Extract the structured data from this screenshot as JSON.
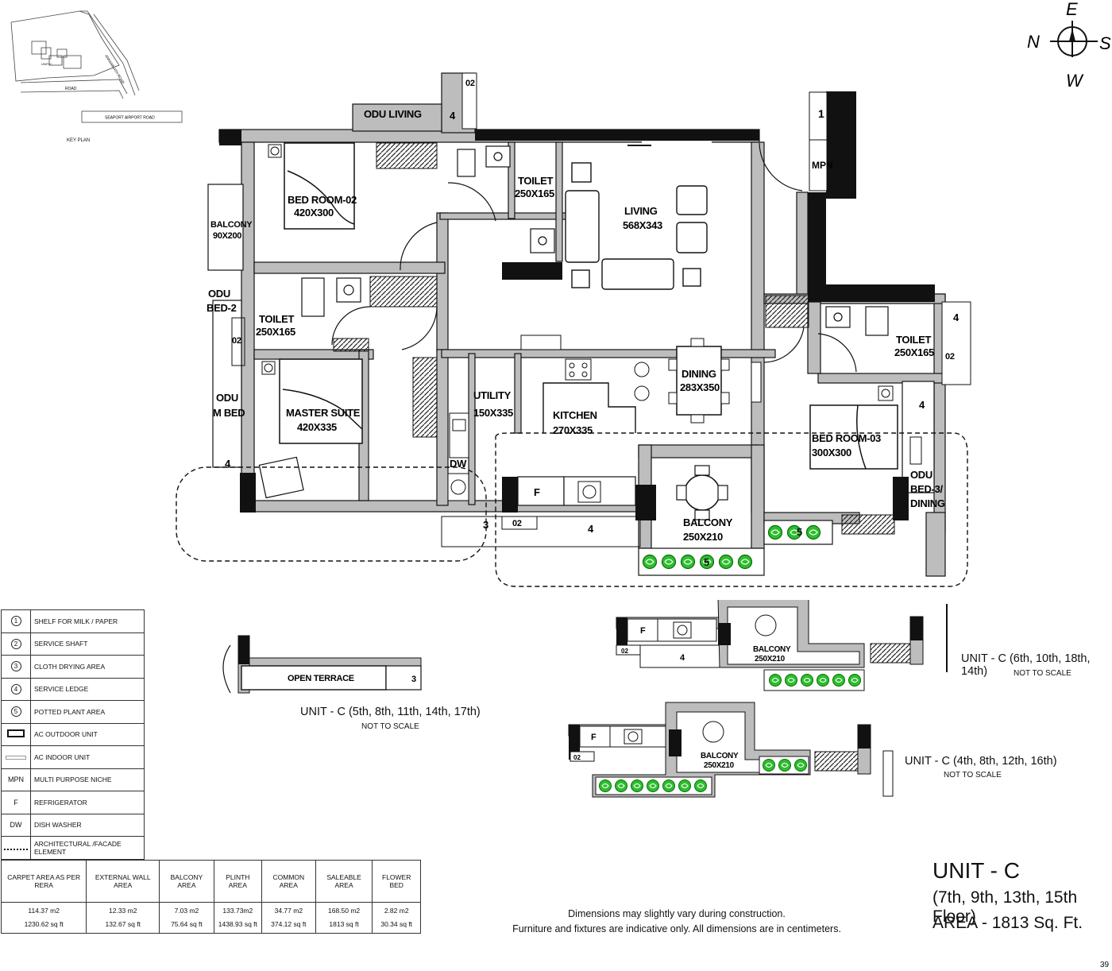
{
  "compass": {
    "e": "E",
    "n": "N",
    "s": "S",
    "w": "W"
  },
  "key_plan": {
    "label": "KEY PLAN",
    "road": "ROAD",
    "annamkath_road": "ANNAMKATH ROAD",
    "seaport_airport_road": "SEAPORT AIRPORT ROAD",
    "unit_c": "UNIT C"
  },
  "rooms": {
    "odu_living": "ODU LIVING",
    "bed2_name": "BED ROOM-02",
    "bed2_dim": "420X300",
    "toilet_top_name": "TOILET",
    "toilet_top_dim": "250X165",
    "living_name": "LIVING",
    "living_dim": "568X343",
    "balcony_left_name": "BALCONY",
    "balcony_left_dim": "90X200",
    "odu_bed2": [
      "ODU",
      "BED-2"
    ],
    "toilet_left_name": "TOILET",
    "toilet_left_dim": "250X165",
    "master_name": "MASTER SUITE",
    "master_dim": "420X335",
    "odu_mbed": [
      "ODU",
      "M BED"
    ],
    "utility_name": "UTILITY",
    "utility_dim": "150X335",
    "kitchen_name": "KITCHEN",
    "kitchen_dim": "270X335",
    "dining_name": "DINING",
    "dining_dim": "283X350",
    "dw": "DW",
    "fridge": "F",
    "balcony_main_name": "BALCONY",
    "balcony_main_dim": "250X210",
    "toilet_right_name": "TOILET",
    "toilet_right_dim": "250X165",
    "bed3_name": "BED ROOM-03",
    "bed3_dim": "300X300",
    "odu_bed3": [
      "ODU",
      "BED-3/",
      "DINING"
    ],
    "mpn": "MPN"
  },
  "marks": {
    "one": "1",
    "two": "02",
    "three": "3",
    "four": "4",
    "five": "5"
  },
  "legend": [
    {
      "symbol": "1",
      "text": "SHELF FOR MILK / PAPER"
    },
    {
      "symbol": "2",
      "text": "SERVICE SHAFT"
    },
    {
      "symbol": "3",
      "text": "CLOTH DRYING AREA"
    },
    {
      "symbol": "4",
      "text": "SERVICE LEDGE"
    },
    {
      "symbol": "5",
      "text": "POTTED PLANT AREA"
    },
    {
      "symbol": "ac-outdoor-icon",
      "text": "AC OUTDOOR UNIT"
    },
    {
      "symbol": "ac-indoor-icon",
      "text": "AC INDOOR UNIT"
    },
    {
      "symbol": "MPN",
      "text": "MULTI PURPOSE NICHE"
    },
    {
      "symbol": "F",
      "text": "REFRIGERATOR"
    },
    {
      "symbol": "DW",
      "text": "DISH WASHER"
    },
    {
      "symbol": "dotted-line-icon",
      "text": "ARCHITECTURAL /FACADE ELEMENT"
    }
  ],
  "area_table": {
    "headers": [
      "CARPET AREA AS PER RERA",
      "EXTERNAL WALL AREA",
      "BALCONY AREA",
      "PLINTH AREA",
      "COMMON AREA",
      "SALEABLE  AREA",
      "FLOWER BED"
    ],
    "metric": [
      "114.37 m2",
      "12.33 m2",
      "7.03 m2",
      "133.73m2",
      "34.77 m2",
      "168.50 m2",
      "2.82 m2"
    ],
    "imperial": [
      "1230.62 sq ft",
      "132.67 sq ft",
      "75.64 sq ft",
      "1438.93 sq ft",
      "374.12 sq ft",
      "1813 sq ft",
      "30.34 sq ft"
    ]
  },
  "variants": {
    "open_terrace": "OPEN TERRACE",
    "v1_title": "UNIT - C (5th, 8th, 11th, 14th, 17th)",
    "v2_title": "UNIT - C (6th, 10th, 18th, 14th)",
    "v3_title": "UNIT - C (4th, 8th, 12th, 16th)",
    "not_to_scale": "NOT TO SCALE",
    "balcony": "BALCONY",
    "balcony_dim": "250X210",
    "fridge": "F",
    "four": "4",
    "three": "3",
    "zero_two": "02"
  },
  "title": {
    "unit": "UNIT - C",
    "floors": "(7th, 9th, 13th, 15th Floor)",
    "area": "AREA - 1813 Sq. Ft."
  },
  "notes": [
    "Dimensions may slightly vary during construction.",
    "Furniture and fixtures are indicative only. All dimensions are in centimeters."
  ],
  "page_number": "39"
}
